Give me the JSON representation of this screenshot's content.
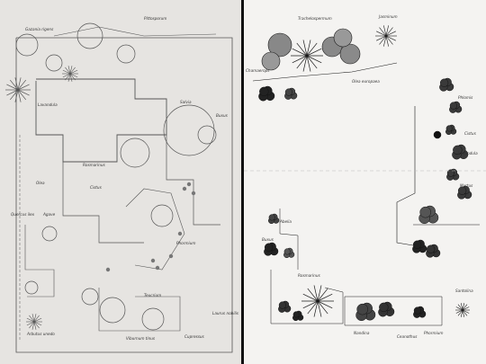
{
  "colors": {
    "paper_left": "#e6e4e1",
    "paper_right": "#f4f3f1",
    "pencil": "#555555",
    "ink": "#1a1a1a",
    "divider": "#111111"
  },
  "left_sheet": {
    "labels": [
      "Gazania rigens",
      "Pittosporum",
      "Lavandula",
      "Rosmarinus",
      "Olea",
      "Cistus",
      "Salvia",
      "Buxus",
      "Phormium",
      "Agave",
      "Arbutus unedo",
      "Viburnum tinus",
      "Cupressus",
      "Laurus nobilis",
      "Quercus ilex",
      "Teucrium"
    ],
    "icons": [
      "palm-sketch-icon",
      "tree-canopy-icon",
      "shrub-cluster-icon"
    ]
  },
  "right_sheet": {
    "labels": [
      "Trachelospermum",
      "Jasminum",
      "Chamaerops",
      "Olea europaea",
      "Phlomis",
      "Cistus",
      "Lavandula",
      "Myrtus",
      "Abelia",
      "Buxus",
      "Rosmarinus",
      "Nandina",
      "Ceanothus",
      "Phormium",
      "Santolina"
    ],
    "icons": [
      "palm-ink-icon",
      "tree-ink-icon",
      "shrub-ink-icon",
      "star-shrub-icon"
    ]
  }
}
